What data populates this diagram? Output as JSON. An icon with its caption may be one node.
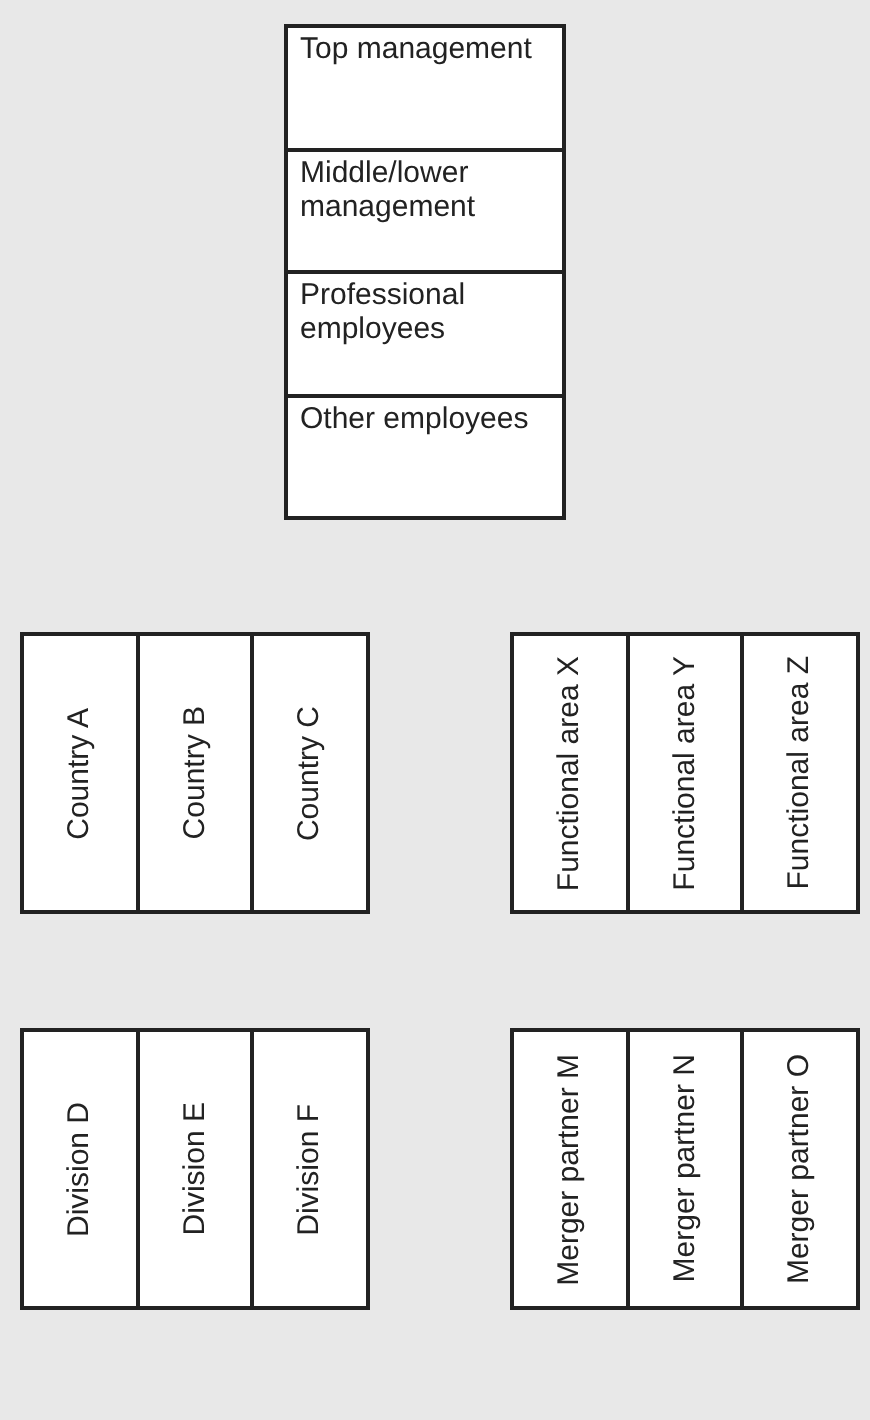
{
  "diagram": {
    "nodes": [
      {
        "text": [
          "Top management"
        ]
      },
      {
        "text": [
          "Middle/lower management"
        ]
      },
      {
        "text": [
          "Professional employees"
        ]
      },
      {
        "text": [
          "Other employees"
        ]
      },
      {
        "text": [
          "Country A"
        ]
      },
      {
        "text": [
          "Country B"
        ]
      },
      {
        "text": [
          "Country C"
        ]
      },
      {
        "text": [
          "Functional area X"
        ]
      },
      {
        "text": [
          "Functional area Y"
        ]
      },
      {
        "text": [
          "Functional area Z"
        ]
      },
      {
        "text": [
          "Division D"
        ]
      },
      {
        "text": [
          "Division E"
        ]
      },
      {
        "text": [
          "Division F"
        ]
      },
      {
        "text": [
          "Merger partner M"
        ]
      },
      {
        "text": [
          "Merger partner N"
        ]
      },
      {
        "text": [
          "Merger partner O"
        ]
      }
    ]
  }
}
